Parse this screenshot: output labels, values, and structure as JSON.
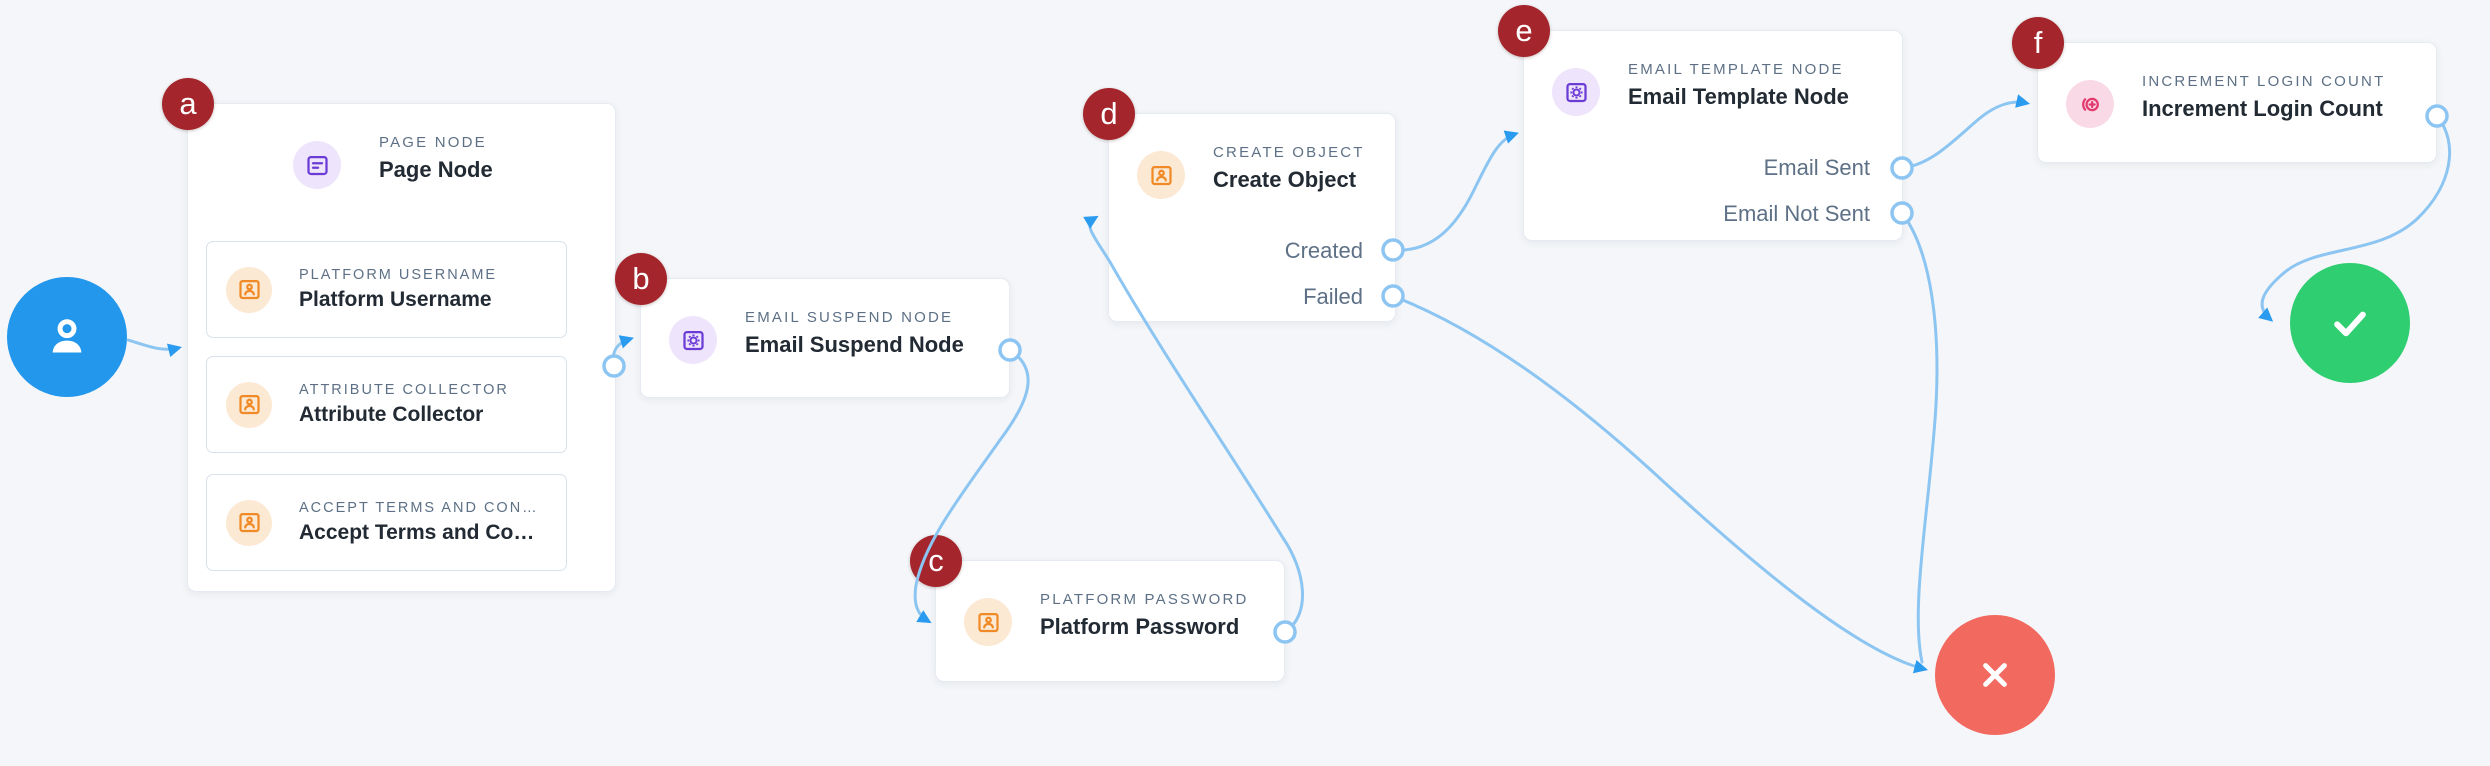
{
  "palette": {
    "background": "#F4F6F9",
    "card_bg": "#FFFFFF",
    "card_border": "#E6EBF2",
    "subnode_border": "#D9E1EB",
    "label_muted": "#5D7086",
    "title_dark": "#222A33",
    "marker_red": "#A4262C",
    "edge_blue": "#8CC5F2",
    "arrow_blue": "#2B9BF0",
    "start_blue": "#2297EC",
    "success_green": "#2FCE71",
    "failure_red": "#F2695F",
    "purple_icon": "#6B3BD6",
    "purple_icon_bg": "#EEE4FB",
    "orange_icon": "#F08A26",
    "orange_icon_bg": "#FCE9D4",
    "pink_icon": "#E23A6E",
    "pink_icon_bg": "#FAD9E6"
  },
  "icons": {
    "start": "user-icon",
    "success": "check-icon",
    "failure": "x-icon",
    "page_node": "form-icon",
    "email_suspend_node": "gear-square-icon",
    "platform_password": "contact-card-icon",
    "create_object": "contact-card-icon",
    "email_template_node": "gear-square-icon",
    "increment_login_count": "plus-circle-increment-icon"
  },
  "nodes": {
    "page_node": {
      "marker": "a",
      "type_label": "PAGE NODE",
      "title": "Page Node",
      "children": [
        {
          "type_label": "PLATFORM USERNAME",
          "title": "Platform Username"
        },
        {
          "type_label": "ATTRIBUTE COLLECTOR",
          "title": "Attribute Collector"
        },
        {
          "type_label": "ACCEPT TERMS AND CON…",
          "title": "Accept Terms and Co…"
        }
      ]
    },
    "email_suspend_node": {
      "marker": "b",
      "type_label": "EMAIL SUSPEND NODE",
      "title": "Email Suspend Node"
    },
    "platform_password": {
      "marker": "c",
      "type_label": "PLATFORM PASSWORD",
      "title": "Platform Password"
    },
    "create_object": {
      "marker": "d",
      "type_label": "CREATE OBJECT",
      "title": "Create Object",
      "outcomes": [
        "Created",
        "Failed"
      ]
    },
    "email_template_node": {
      "marker": "e",
      "type_label": "EMAIL TEMPLATE NODE",
      "title": "Email Template Node",
      "outcomes": [
        "Email Sent",
        "Email Not Sent"
      ]
    },
    "increment_login_count": {
      "marker": "f",
      "type_label": "INCREMENT LOGIN COUNT",
      "title": "Increment Login Count"
    }
  }
}
